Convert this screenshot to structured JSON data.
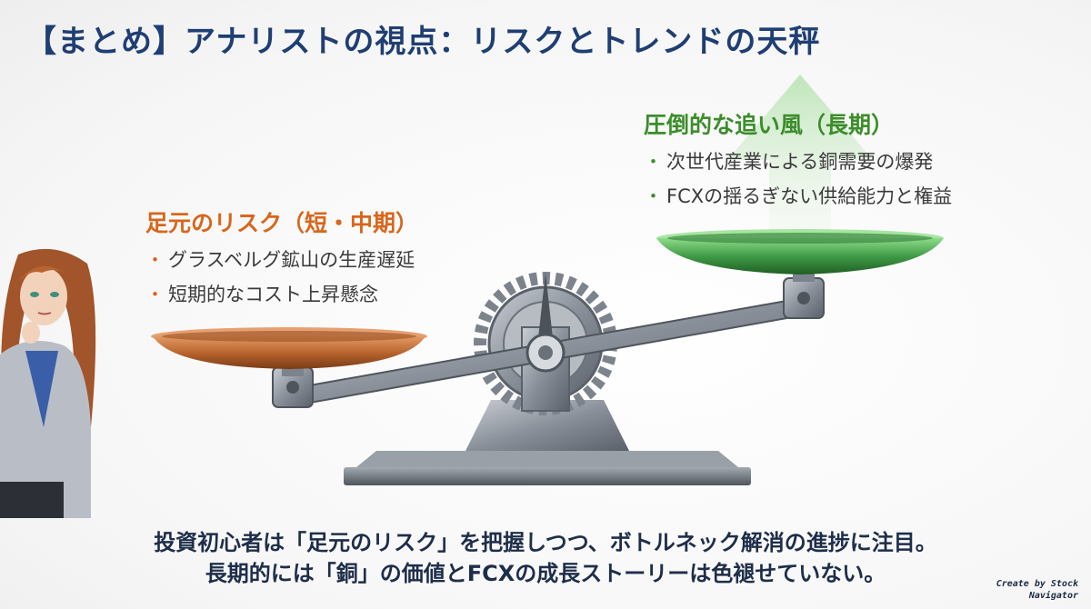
{
  "title": "【まとめ】アナリストの視点：リスクとトレンドの天秤",
  "risk_panel": {
    "heading": "足元のリスク（短・中期）",
    "items": [
      "グラスベルグ鉱山の生産遅延",
      "短期的なコスト上昇懸念"
    ]
  },
  "trend_panel": {
    "heading": "圧倒的な追い風（長期）",
    "items": [
      "次世代産業による銅需要の爆発",
      "FCXの揺るぎない供給能力と権益"
    ]
  },
  "conclusion": {
    "line1": "投資初心者は「足元のリスク」を把握しつつ、ボトルネック解消の進捗に注目。",
    "line2": "長期的には「銅」の価値とFCXの成長ストーリーは色褪せていない。"
  },
  "credit": {
    "line1": "Create by Stock",
    "line2": "Navigator"
  },
  "colors": {
    "title": "#1f3e73",
    "risk_accent": "#d8661b",
    "trend_accent": "#3c8d2b",
    "copper_pan": "#c0733d",
    "green_pan": "#3f9a45",
    "scale_metal": "#8a9099"
  }
}
